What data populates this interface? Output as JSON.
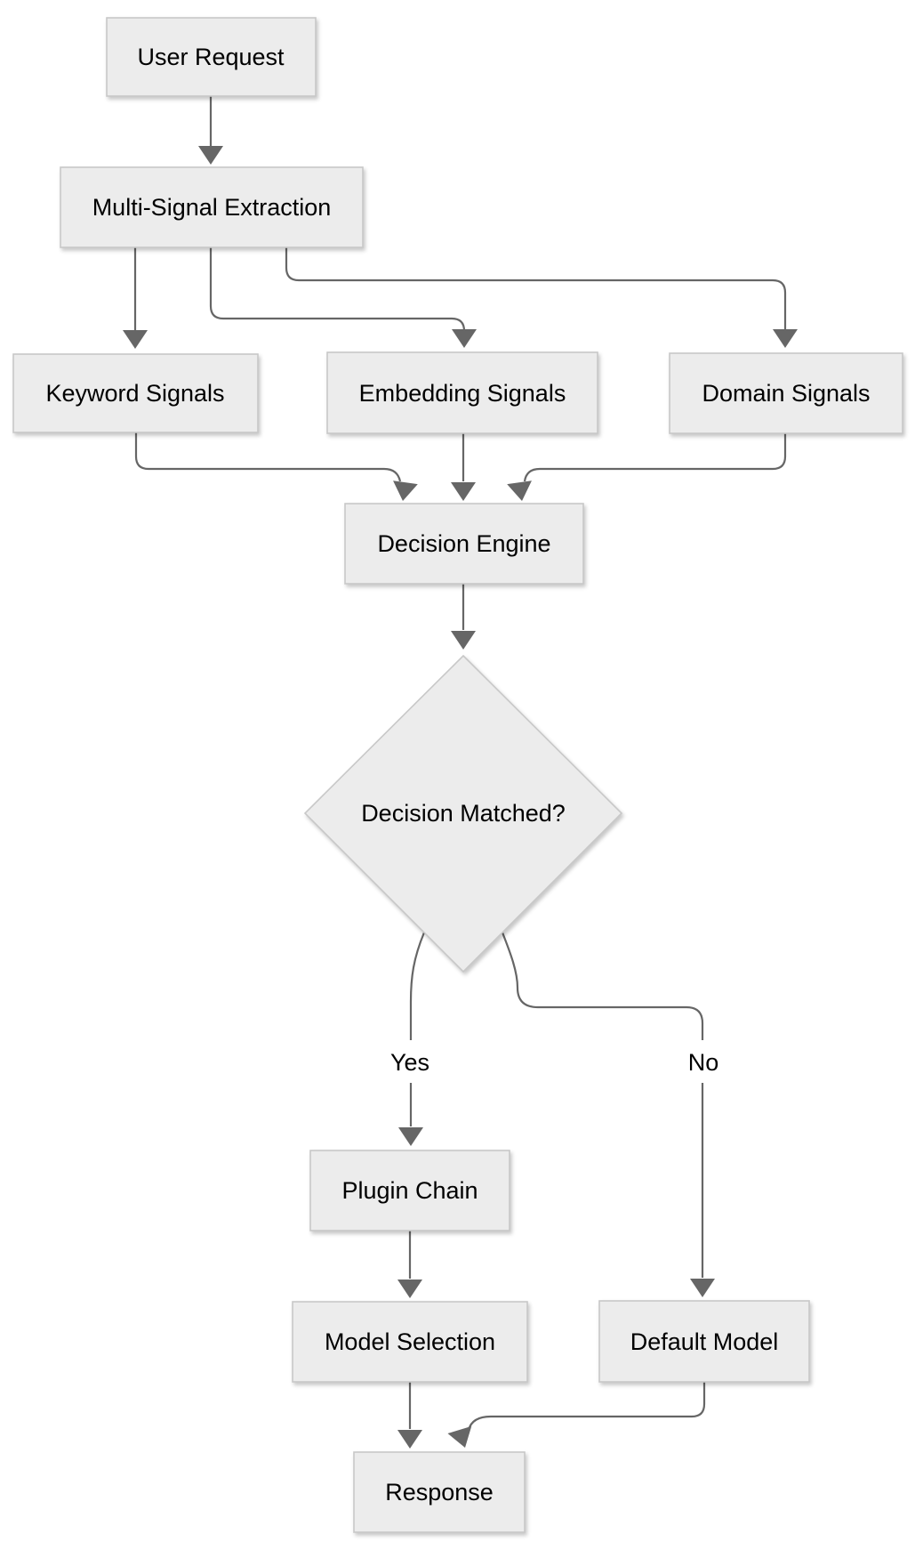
{
  "diagram": {
    "type": "flowchart",
    "direction": "top-down",
    "nodes": {
      "user_request": {
        "label": "User Request",
        "shape": "rectangle"
      },
      "multi_signal_extraction": {
        "label": "Multi-Signal Extraction",
        "shape": "rectangle"
      },
      "keyword_signals": {
        "label": "Keyword Signals",
        "shape": "rectangle"
      },
      "embedding_signals": {
        "label": "Embedding Signals",
        "shape": "rectangle"
      },
      "domain_signals": {
        "label": "Domain Signals",
        "shape": "rectangle"
      },
      "decision_engine": {
        "label": "Decision Engine",
        "shape": "rectangle"
      },
      "decision_matched": {
        "label": "Decision Matched?",
        "shape": "diamond"
      },
      "plugin_chain": {
        "label": "Plugin Chain",
        "shape": "rectangle"
      },
      "model_selection": {
        "label": "Model Selection",
        "shape": "rectangle"
      },
      "default_model": {
        "label": "Default Model",
        "shape": "rectangle"
      },
      "response": {
        "label": "Response",
        "shape": "rectangle"
      }
    },
    "edges": [
      {
        "from": "user_request",
        "to": "multi_signal_extraction",
        "label": ""
      },
      {
        "from": "multi_signal_extraction",
        "to": "keyword_signals",
        "label": ""
      },
      {
        "from": "multi_signal_extraction",
        "to": "embedding_signals",
        "label": ""
      },
      {
        "from": "multi_signal_extraction",
        "to": "domain_signals",
        "label": ""
      },
      {
        "from": "keyword_signals",
        "to": "decision_engine",
        "label": ""
      },
      {
        "from": "embedding_signals",
        "to": "decision_engine",
        "label": ""
      },
      {
        "from": "domain_signals",
        "to": "decision_engine",
        "label": ""
      },
      {
        "from": "decision_engine",
        "to": "decision_matched",
        "label": ""
      },
      {
        "from": "decision_matched",
        "to": "plugin_chain",
        "label": "Yes"
      },
      {
        "from": "decision_matched",
        "to": "default_model",
        "label": "No"
      },
      {
        "from": "plugin_chain",
        "to": "model_selection",
        "label": ""
      },
      {
        "from": "model_selection",
        "to": "response",
        "label": ""
      },
      {
        "from": "default_model",
        "to": "response",
        "label": ""
      }
    ]
  },
  "colors": {
    "background": "#ffffff",
    "node_fill": "#ececec",
    "node_border": "#c8c8c8",
    "edge": "#666666",
    "arrowhead": "#666666",
    "text": "#000000"
  }
}
